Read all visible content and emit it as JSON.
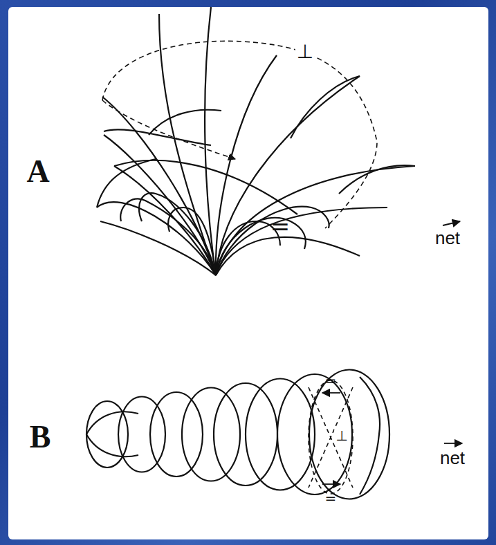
{
  "diagram": {
    "labels": [
      "A",
      "⊥",
      "=",
      "net",
      "B",
      "=",
      "⊥",
      "=",
      "net"
    ]
  }
}
